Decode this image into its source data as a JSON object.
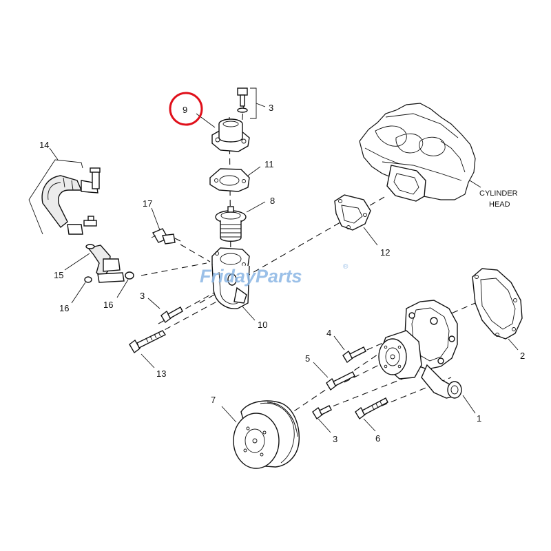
{
  "watermark": {
    "text_prefix": "Friday",
    "text_suffix": "Parts",
    "mark": "®",
    "color": "#8ab6e4"
  },
  "highlight": {
    "color": "#e0101b",
    "part": "9"
  },
  "block_label": [
    "CYLINDER",
    "HEAD"
  ],
  "labels": {
    "p1": "1",
    "p2": "2",
    "p3a": "3",
    "p3b": "3",
    "p3c": "3",
    "p4": "4",
    "p5": "5",
    "p6": "6",
    "p7": "7",
    "p8": "8",
    "p9": "9",
    "p10": "10",
    "p11": "11",
    "p12": "12",
    "p13": "13",
    "p14": "14",
    "p15": "15",
    "p16a": "16",
    "p16b": "16",
    "p17": "17"
  }
}
